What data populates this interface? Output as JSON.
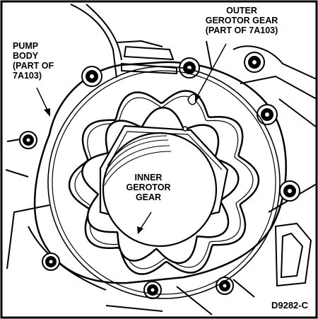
{
  "labels": {
    "outer_gear": [
      "OUTER",
      "GEROTOR GEAR",
      "(PART OF 7A103)"
    ],
    "pump_body": [
      "PUMP",
      "BODY",
      "(PART OF",
      "7A103)"
    ],
    "inner_gear": [
      "INNER",
      "GEROTOR",
      "GEAR"
    ]
  },
  "figure_code": "D9282-C"
}
